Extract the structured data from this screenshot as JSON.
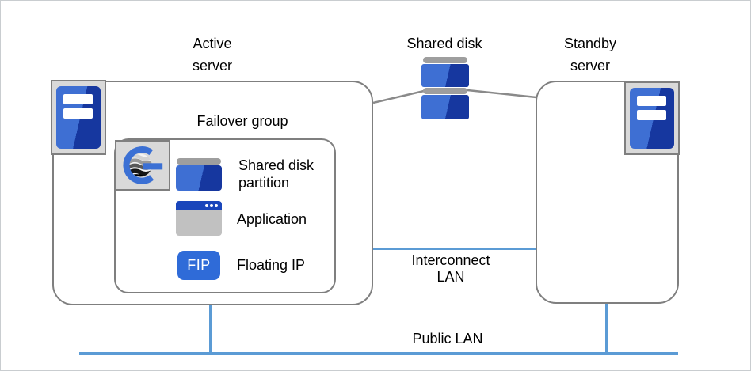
{
  "diagram": {
    "title_labels": {
      "active_server": "Active\nserver",
      "shared_disk": "Shared disk",
      "standby_server": "Standby\nserver",
      "failover_group": "Failover group"
    },
    "group_items": {
      "shared_disk_partition": "Shared disk\npartition",
      "application": "Application",
      "floating_ip": "Floating IP",
      "fip_badge": "FIP"
    },
    "networks": {
      "interconnect_lan": "Interconnect\nLAN",
      "public_lan": "Public LAN"
    },
    "icons": [
      "server-icon",
      "shared-disk-icon",
      "clusterpro-logo-icon",
      "disk-partition-icon",
      "application-window-icon",
      "floating-ip-badge"
    ],
    "colors": {
      "lan_line_blue": "#5b9bd5",
      "box_border_gray": "#7f7f7f",
      "icon_blue_light": "#3e6fd3",
      "icon_blue_dark": "#16379f",
      "fip_blue": "#2f6bd8",
      "app_titlebar_blue": "#1a46bb",
      "logo_blue": "#3b70d4",
      "chip_gray": "#d9d9d9"
    }
  }
}
